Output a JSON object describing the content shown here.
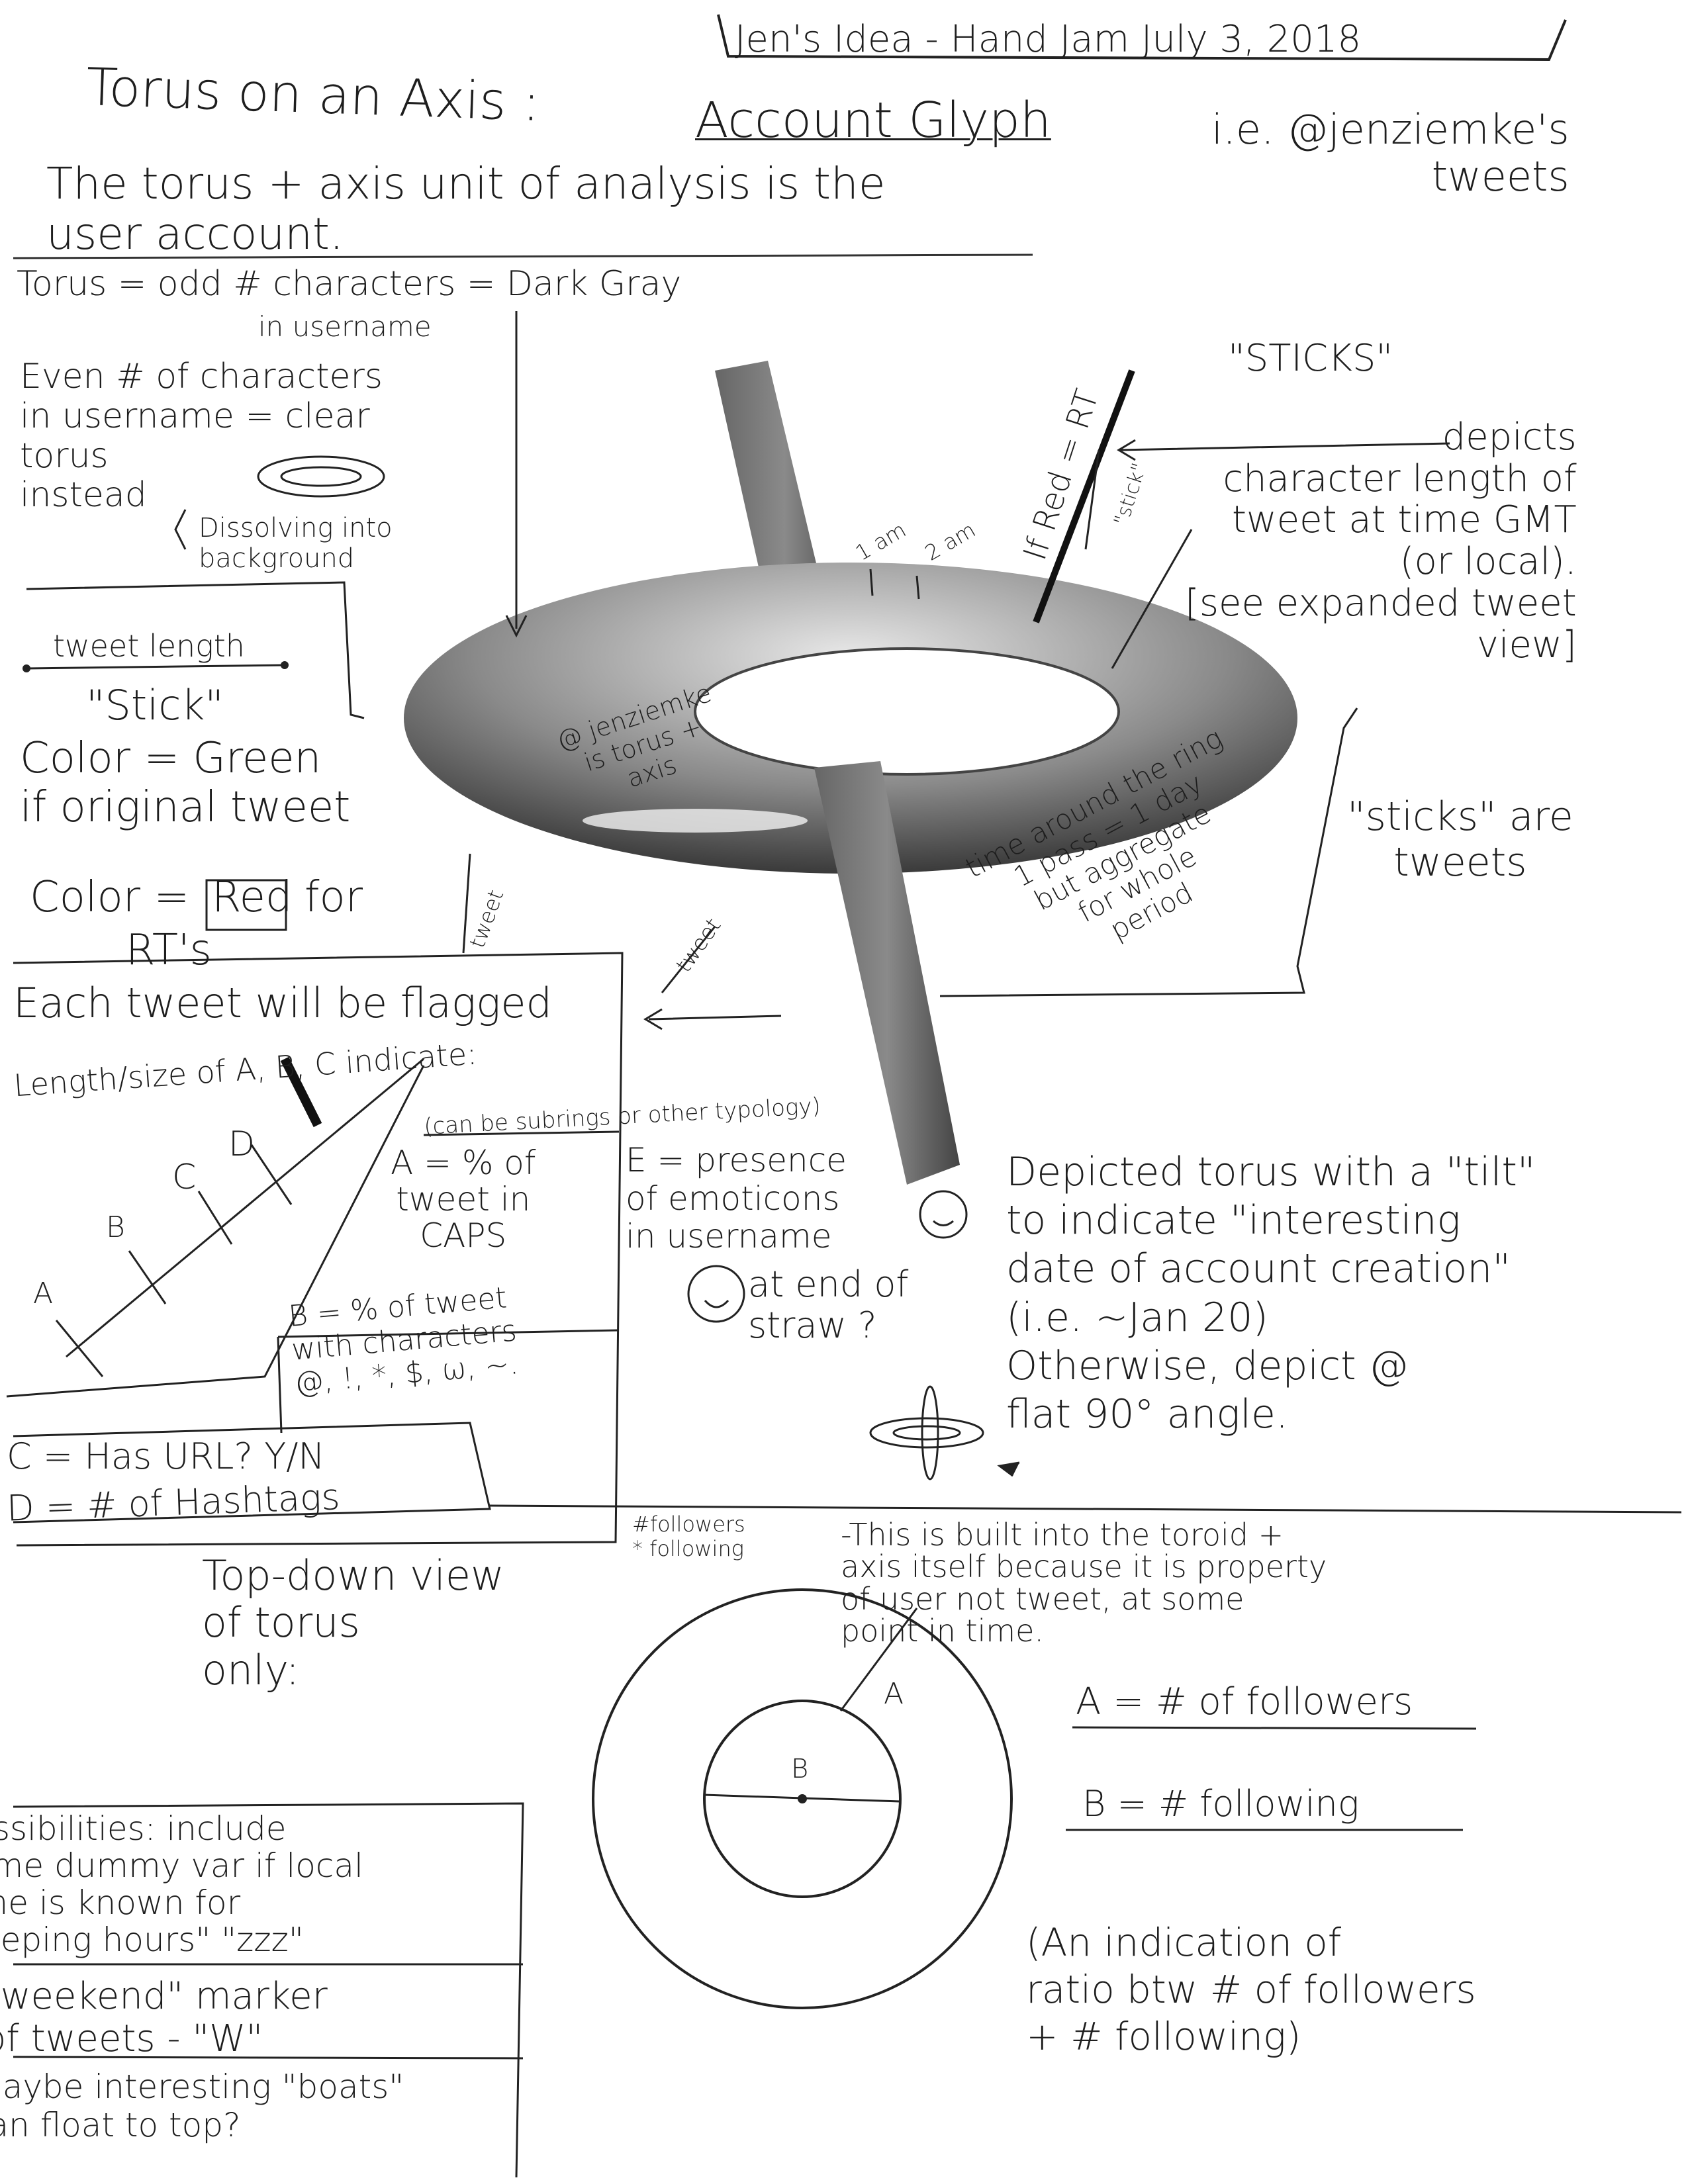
{
  "header": {
    "title": "Jen's Idea - Hand Jam  July 3, 2018"
  },
  "main_title": {
    "label": "Torus on an Axis :",
    "glyph": "Account Glyph",
    "example": "i.e. @jenziemke's\ntweets"
  },
  "unit_note": "The torus + axis unit of analysis is the\nuser account.",
  "torus_rule": {
    "odd": "Torus = odd # characters = Dark Gray",
    "odd_sub": "in username",
    "even": "Even # of characters\nin username = clear\ntorus\ninstead",
    "dissolving": "Dissolving into\nbackground"
  },
  "stick_legend": {
    "tweet_length": "tweet length",
    "stick": "\"Stick\"",
    "green": "Color = Green\nif original tweet",
    "red_prefix": "Color =",
    "red": "Red",
    "red_suffix": "for",
    "rts": "RT's"
  },
  "torus": {
    "inner_label": "@ jenziemke\nis torus +\naxis",
    "am1": "1 am",
    "am2": "2 am",
    "if_red": "If Red = RT",
    "stick": "\"stick\"",
    "tweet1": "tweet",
    "tweet2": "tweet"
  },
  "sticks": {
    "title": "\"STICKS\"",
    "desc": "depicts\ncharacter length of\ntweet at time GMT\n(or local).\n[see expanded tweet\nview]",
    "are_tweets": "\"sticks\" are\ntweets",
    "time_ring": "time around the ring\n1 pass = 1 day\nbut aggregate\nfor whole\nperiod"
  },
  "flag_box": {
    "title": "Each tweet will be flagged",
    "lengths": "Length/size of A, B, C indicate:",
    "subrings": "(can be subrings or other typology)",
    "axis_labels": [
      "A",
      "B",
      "C",
      "D"
    ],
    "a": "A = % of\ntweet in\nCAPS",
    "b": "B = % of tweet\nwith characters\n@, !, *, $, ω, ~.",
    "c": "C = Has URL? Y/N",
    "d": "D = # of Hashtags"
  },
  "emoticons": {
    "text": "E = presence\nof emoticons\nin username",
    "face": "☺",
    "straw": "at end of\nstraw ?"
  },
  "tilt": {
    "text": "Depicted torus with a \"tilt\"\n  to indicate \"interesting\n  date of account creation\"\n  (i.e. ~Jan 20)\n  Otherwise, depict @\n     flat 90° angle."
  },
  "top_down": {
    "title": "Top-down view\nof torus\n  only:",
    "followers_note": "#followers\n* following",
    "property_note": "-This is built into the toroid +\n  axis itself because it is property\n  of user not tweet, at some\n  point in time.",
    "a_label": "A",
    "b_label": "B",
    "a_def": "A = # of followers",
    "b_def": "B = # following",
    "ratio": "(An indication of\nratio btw # of followers\n+ # following)"
  },
  "possibilities": {
    "p1": "Possibilities: include\nsome dummy var if local\ntime is known for\nsleeping hours\"  \"zzz\"",
    "p2": "\"weekend\" marker\nof tweets - \"W\"",
    "p3": "maybe interesting \"boats\"\ncan float to top?"
  }
}
